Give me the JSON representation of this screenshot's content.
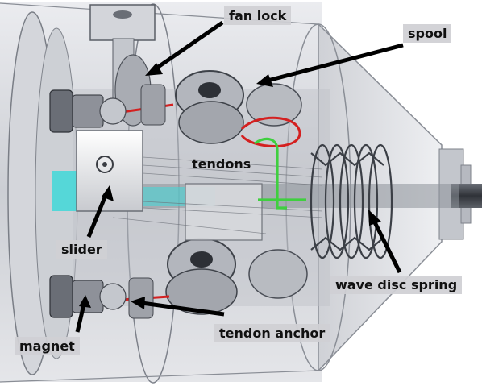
{
  "labels": {
    "fan_lock": "fan lock",
    "spool": "spool",
    "tendons": "tendons",
    "slider": "slider",
    "wave_disc_spring": "wave disc spring",
    "magnet": "magnet",
    "tendon_anchor": "tendon anchor"
  },
  "colors": {
    "background": "#ffffff",
    "housing": "#b9bcc4",
    "housing_edge": "#6f7480",
    "metal_dark": "#4a4e57",
    "tendon_red": "#d42020",
    "tendon_green": "#3fcf3f",
    "slider_cyan": "#40d8d8",
    "label_box": "#d0d0d4",
    "arrow": "#000000"
  }
}
